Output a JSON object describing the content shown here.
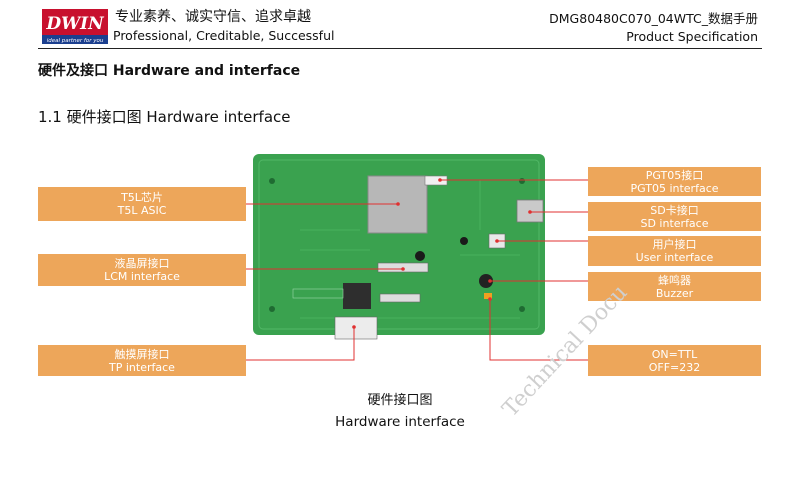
{
  "header": {
    "logo_text": "DWIN",
    "logo_tagline": "ideal partner for you",
    "slogan_cn": "专业素养、诚实守信、追求卓越",
    "slogan_en": "Professional, Creditable, Successful",
    "doc_code": "DMG80480C070_04WTC_数据手册",
    "doc_type": "Product Specification"
  },
  "section_title": "硬件及接口 Hardware and interface",
  "subsection_title": "1.1 硬件接口图 Hardware interface",
  "labels_left": [
    {
      "cn": "T5L芯片",
      "en": "T5L ASIC"
    },
    {
      "cn": "液晶屏接口",
      "en": "LCM interface"
    },
    {
      "cn": "触摸屏接口",
      "en": "TP interface"
    }
  ],
  "labels_right": [
    {
      "cn": "PGT05接口",
      "en": "PGT05 interface"
    },
    {
      "cn": "SD卡接口",
      "en": "SD  interface"
    },
    {
      "cn": "用户接口",
      "en": "User interface"
    },
    {
      "cn": "蜂鸣器",
      "en": "Buzzer"
    },
    {
      "cn": "ON=TTL",
      "en": "OFF=232"
    }
  ],
  "caption_cn": "硬件接口图",
  "caption_en": "Hardware interface",
  "watermark": "Technical Docu",
  "colors": {
    "label_bg": "#eda65a",
    "pcb_green": "#3aa24f",
    "leader_line": "#e03030"
  }
}
